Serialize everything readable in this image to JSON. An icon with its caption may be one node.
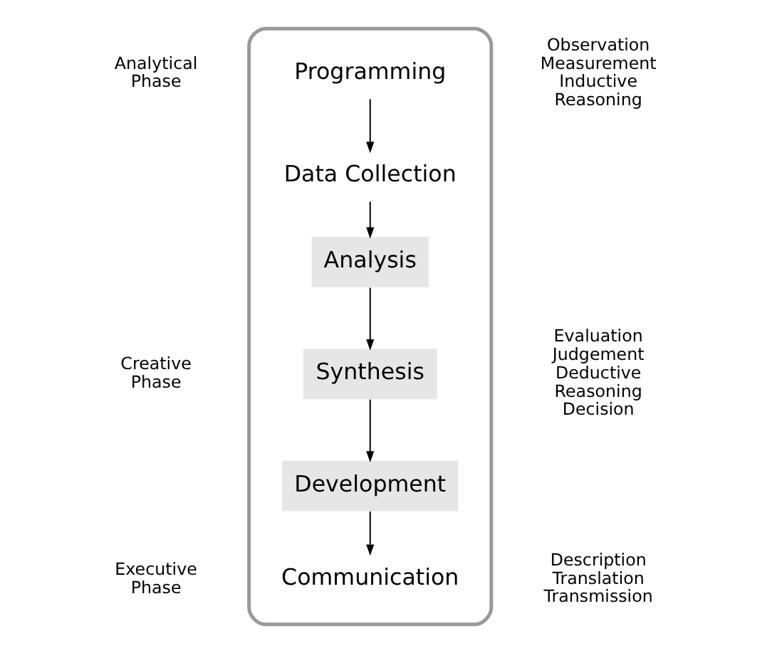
{
  "diagram": {
    "nodes": [
      {
        "text": [],
        "shape": "box"
      },
      {
        "text": [
          "Programming"
        ],
        "in": 0
      },
      {
        "text": [
          "Data Collection"
        ],
        "in": 0
      },
      {
        "text": [
          "Analysis"
        ],
        "in": 0
      },
      {
        "text": [
          "Synthesis"
        ],
        "in": 0
      },
      {
        "text": [
          "Development"
        ],
        "in": 0
      },
      {
        "text": [
          "Communication"
        ],
        "in": 0
      }
    ],
    "edges": [
      {
        "from": 1,
        "to": 2,
        "arrow": "to"
      },
      {
        "from": 2,
        "to": 3,
        "arrow": "to"
      },
      {
        "from": 3,
        "to": 4,
        "arrow": "to"
      },
      {
        "from": 4,
        "to": 5,
        "arrow": "to"
      },
      {
        "from": 5,
        "to": 6,
        "arrow": "to"
      }
    ],
    "labels": [
      "Analytical Phase",
      "Observation Measurement Inductive Reasoning",
      "Creative Phase",
      "Evaluation Judgement Deductive Reasoning Decision",
      "Executive Phase",
      "Description Translation Transmission"
    ]
  }
}
